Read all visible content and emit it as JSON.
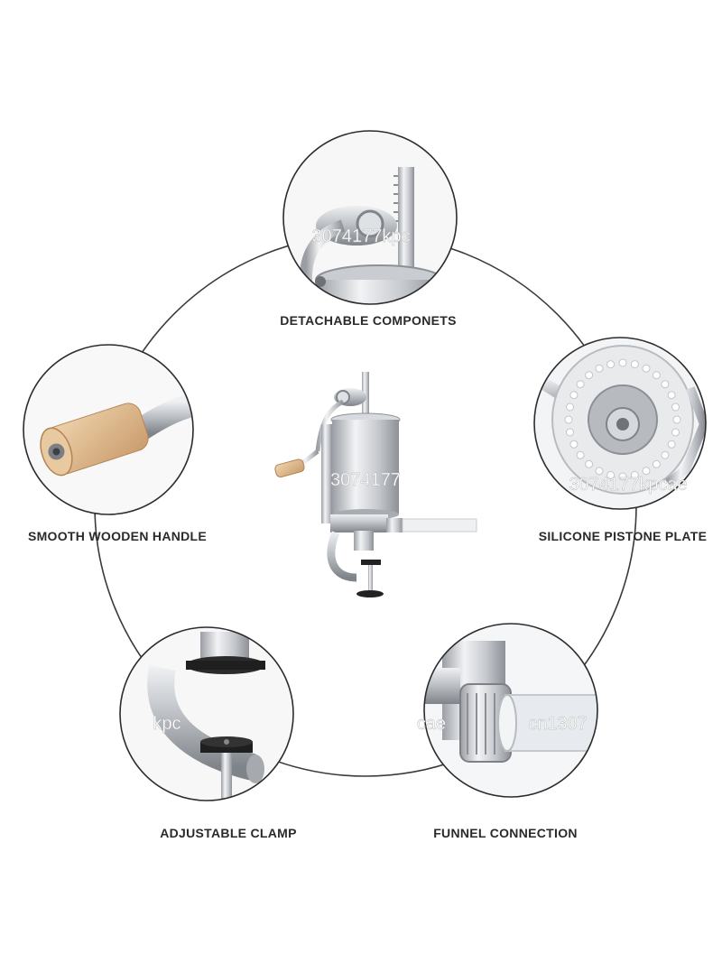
{
  "features": [
    {
      "id": "detachable",
      "label": "DETACHABLE COMPONETS"
    },
    {
      "id": "handle",
      "label": "SMOOTH WOODEN HANDLE"
    },
    {
      "id": "piston",
      "label": "SILICONE PISTONE PLATE"
    },
    {
      "id": "clamp",
      "label": "ADJUSTABLE CLAMP"
    },
    {
      "id": "funnel",
      "label": "FUNNEL CONNECTION"
    }
  ],
  "watermarks": {
    "top": "3074177kpc",
    "center": "3074177",
    "right": "3074177kpcae",
    "bottom_left": "kpc",
    "bottom_center": "cae",
    "bottom_right": "cn1307"
  },
  "colors": {
    "ring": "#3a3a3a",
    "steel": "#c9ccd0",
    "wood": "#d9b48a",
    "silicone": "#e6e8ea"
  }
}
